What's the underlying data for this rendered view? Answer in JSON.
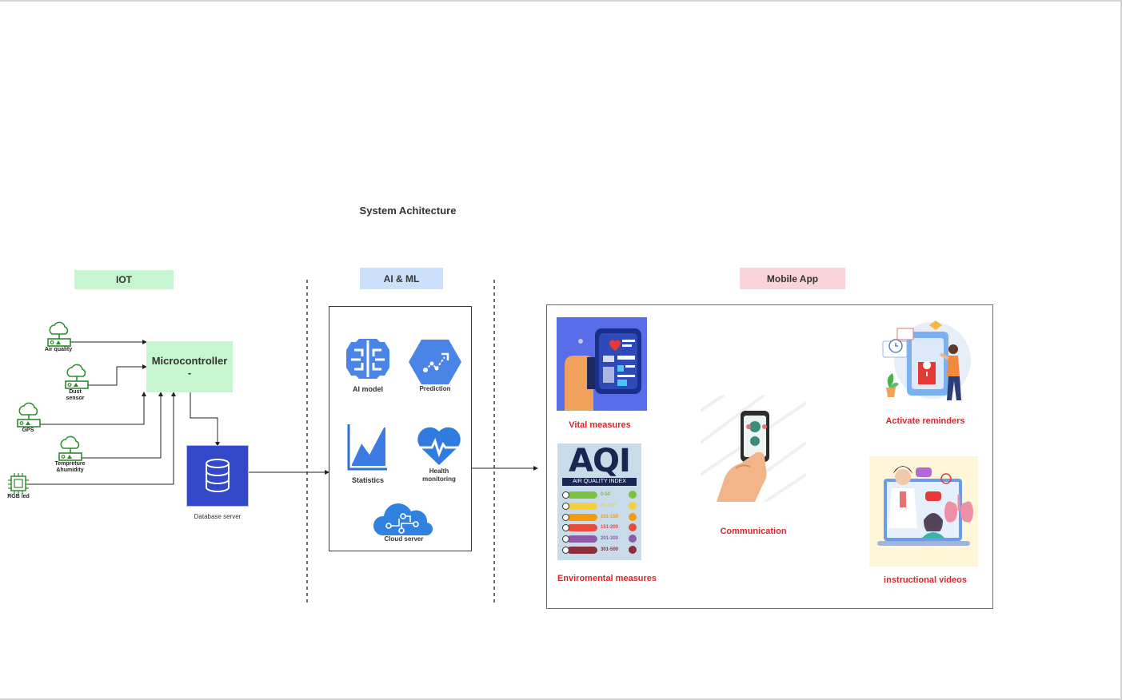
{
  "title": "System Achitecture",
  "sections": {
    "iot": "IOT",
    "ai_ml": "AI & ML",
    "mobile_app": "Mobile App"
  },
  "iot": {
    "sensors": [
      {
        "label_lines": [
          "Air quality"
        ]
      },
      {
        "label_lines": [
          "Dust",
          "sensor"
        ]
      },
      {
        "label_lines": [
          "GPS"
        ]
      },
      {
        "label_lines": [
          "Tempreture",
          "&humidity"
        ]
      },
      {
        "label_lines": [
          "RGB led"
        ]
      }
    ],
    "microcontroller": {
      "line1": "Microcontroller",
      "line2": "-"
    },
    "database": "Database server"
  },
  "ai": {
    "ai_model": "AI model",
    "prediction": "Prediction",
    "statistics": "Statistics",
    "health": [
      "Health",
      "monitoring"
    ],
    "cloud": "Cloud server"
  },
  "app": {
    "vital": "Vital measures",
    "environmental": "Enviromental measures",
    "communication": "Communication",
    "reminders": "Activate reminders",
    "videos": "instructional videos",
    "aqi": {
      "title": "AQI",
      "subtitle": "AIR QUALITY INDEX",
      "rows": [
        {
          "range": "0-50",
          "color": "#7cc242"
        },
        {
          "range": "51-100",
          "color": "#f4d03f"
        },
        {
          "range": "101-150",
          "color": "#f39c12"
        },
        {
          "range": "151-200",
          "color": "#e74c3c"
        },
        {
          "range": "201-300",
          "color": "#8e5aa8"
        },
        {
          "range": "301-500",
          "color": "#8b2f3c"
        }
      ]
    }
  },
  "colors": {
    "iot_green": "#c6f5cf",
    "ai_blue": "#cce0fb",
    "app_pink": "#fad4d8",
    "sensor_icon": "#2f8a2f",
    "google_blue": "#4a84e6",
    "app_border": "#e53935",
    "ai_border": "#22339c"
  }
}
